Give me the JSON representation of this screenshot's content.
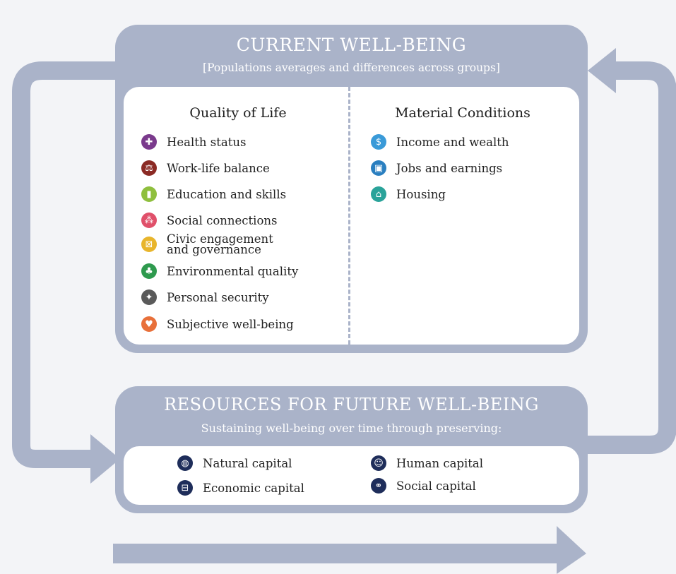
{
  "current": {
    "title": "CURRENT WELL-BEING",
    "subtitle": "[Populations averages and differences across groups]",
    "quality_of_life": {
      "heading": "Quality of Life",
      "items": [
        {
          "label": "Health status",
          "icon": "health-cross-icon",
          "color": "#7a3a8c",
          "glyph": "✚"
        },
        {
          "label": "Work-life balance",
          "icon": "balance-scale-icon",
          "color": "#8b2a24",
          "glyph": "⚖"
        },
        {
          "label": "Education and skills",
          "icon": "book-icon",
          "color": "#8fbf3e",
          "glyph": "▮"
        },
        {
          "label": "Social connections",
          "icon": "people-icon",
          "color": "#e0506a",
          "glyph": "⁂"
        },
        {
          "label": "Civic engagement",
          "label2": "and governance",
          "icon": "ballot-icon",
          "color": "#e8b52c",
          "glyph": "⊠"
        },
        {
          "label": "Environmental quality",
          "icon": "tree-icon",
          "color": "#2e9a4e",
          "glyph": "♣"
        },
        {
          "label": "Personal security",
          "icon": "running-person-icon",
          "color": "#5a5a5a",
          "glyph": "✦"
        },
        {
          "label": "Subjective well-being",
          "icon": "heart-icon",
          "color": "#e8703a",
          "glyph": "♥"
        }
      ]
    },
    "material_conditions": {
      "heading": "Material Conditions",
      "items": [
        {
          "label": "Income and wealth",
          "icon": "money-icon",
          "color": "#3a9ad8",
          "glyph": "$"
        },
        {
          "label": "Jobs and earnings",
          "icon": "briefcase-icon",
          "color": "#2a7fc0",
          "glyph": "▣"
        },
        {
          "label": "Housing",
          "icon": "house-icon",
          "color": "#2aa39a",
          "glyph": "⌂"
        }
      ]
    }
  },
  "resources": {
    "title": "RESOURCES FOR FUTURE WELL-BEING",
    "subtitle": "Sustaining well-being over time through preserving:",
    "items": [
      {
        "label": "Natural capital",
        "icon": "globe-icon",
        "color": "#1e2d5a",
        "glyph": "◍"
      },
      {
        "label": "Human capital",
        "icon": "head-icon",
        "color": "#1e2d5a",
        "glyph": "☺"
      },
      {
        "label": "Economic capital",
        "icon": "factory-icon",
        "color": "#1e2d5a",
        "glyph": "⊟"
      },
      {
        "label": "Social capital",
        "icon": "handshake-icon",
        "color": "#1e2d5a",
        "glyph": "⚭"
      }
    ]
  },
  "colors": {
    "frame": "#aab3c9",
    "background": "#f3f4f7"
  }
}
